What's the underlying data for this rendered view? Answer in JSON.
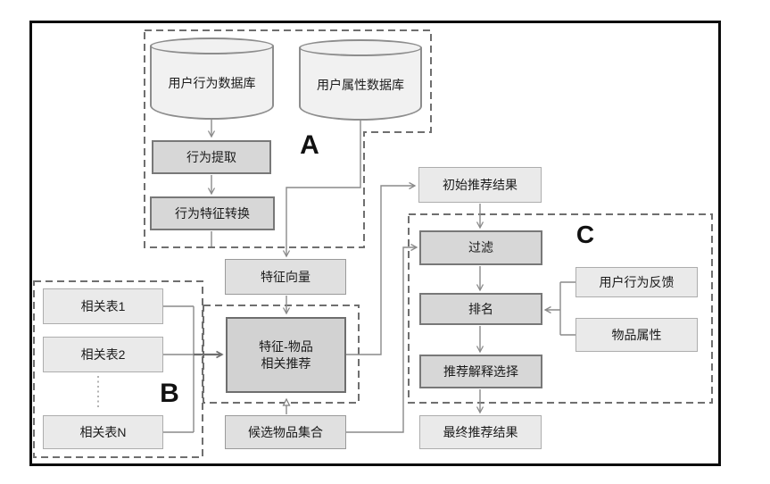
{
  "diagram_title": "recommendation-pipeline-flowchart",
  "groups": {
    "a": {
      "label": "A"
    },
    "b": {
      "label": "B"
    },
    "c": {
      "label": "C"
    }
  },
  "nodes": {
    "behavior_db": {
      "label": "用户行为数据库",
      "shape": "cylinder"
    },
    "attribute_db": {
      "label": "用户属性数据库",
      "shape": "cylinder"
    },
    "behavior_extract": {
      "label": "行为提取"
    },
    "behavior_feature_convert": {
      "label": "行为特征转换"
    },
    "feature_vector": {
      "label": "特征向量"
    },
    "related_table_1": {
      "label": "相关表1"
    },
    "related_table_2": {
      "label": "相关表2"
    },
    "related_table_n": {
      "label": "相关表N"
    },
    "feature_item_rec": {
      "label": "特征-物品\n相关推荐"
    },
    "candidate_items": {
      "label": "候选物品集合"
    },
    "initial_results": {
      "label": "初始推荐结果"
    },
    "filter": {
      "label": "过滤"
    },
    "ranking": {
      "label": "排名"
    },
    "user_feedback": {
      "label": "用户行为反馈"
    },
    "item_attributes": {
      "label": "物品属性"
    },
    "explanation_select": {
      "label": "推荐解释选择"
    },
    "final_results": {
      "label": "最终推荐结果"
    }
  },
  "edges": [
    {
      "from": "behavior_db",
      "to": "behavior_extract"
    },
    {
      "from": "behavior_extract",
      "to": "behavior_feature_convert"
    },
    {
      "from": "behavior_feature_convert",
      "to": "feature_vector"
    },
    {
      "from": "attribute_db",
      "to": "feature_vector"
    },
    {
      "from": "feature_vector",
      "to": "feature_item_rec"
    },
    {
      "from": "related_table_1",
      "to": "feature_item_rec"
    },
    {
      "from": "related_table_2",
      "to": "feature_item_rec"
    },
    {
      "from": "related_table_n",
      "to": "feature_item_rec"
    },
    {
      "from": "candidate_items",
      "to": "feature_item_rec"
    },
    {
      "from": "feature_item_rec",
      "to": "initial_results"
    },
    {
      "from": "initial_results",
      "to": "filter"
    },
    {
      "from": "candidate_items",
      "to": "filter"
    },
    {
      "from": "filter",
      "to": "ranking"
    },
    {
      "from": "user_feedback",
      "to": "ranking"
    },
    {
      "from": "item_attributes",
      "to": "ranking"
    },
    {
      "from": "ranking",
      "to": "explanation_select"
    },
    {
      "from": "explanation_select",
      "to": "final_results"
    }
  ],
  "palette": {
    "frame_border": "#0c0c0c",
    "dashed_group": "#6f6f6f",
    "connector": "#8a8a8a",
    "box_dark_fill": "#d7d7d7",
    "box_medium_fill": "#e0e0e0",
    "box_light_fill": "#eaeaea",
    "cylinder_fill": "#f1f1f1",
    "text": "#1b1b1b"
  }
}
